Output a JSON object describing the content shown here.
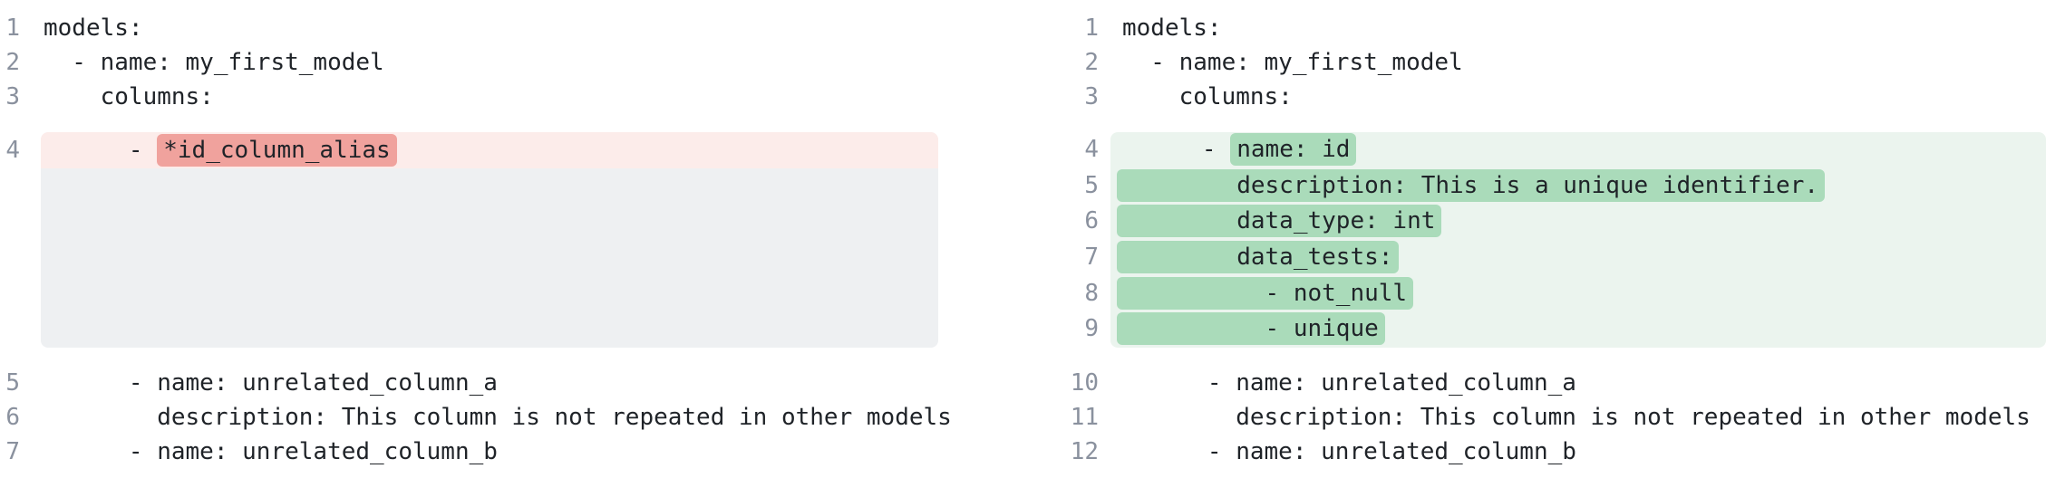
{
  "colors": {
    "background": "#ffffff",
    "code_text": "#1f2328",
    "line_number": "#8a919e",
    "removed_line_bg": "#fcecea",
    "removed_token_bg": "#f0a29d",
    "collapsed_spacer_bg": "#eef0f2",
    "added_line_bg": "#ebf4ee",
    "added_token_bg": "#aadbba"
  },
  "before_panel": {
    "context_top": [
      {
        "num": "1",
        "text": "models:"
      },
      {
        "num": "2",
        "text": "  - name: my_first_model"
      },
      {
        "num": "3",
        "text": "    columns:"
      }
    ],
    "removed_line": {
      "num": "4",
      "prefix": "      - ",
      "token": "*id_column_alias"
    },
    "collapsed_line_count": 5,
    "context_bottom": [
      {
        "num": "5",
        "text": "      - name: unrelated_column_a"
      },
      {
        "num": "6",
        "text": "        description: This column is not repeated in other models"
      },
      {
        "num": "7",
        "text": "      - name: unrelated_column_b"
      }
    ]
  },
  "after_panel": {
    "context_top": [
      {
        "num": "1",
        "text": "models:"
      },
      {
        "num": "2",
        "text": "  - name: my_first_model"
      },
      {
        "num": "3",
        "text": "    columns:"
      }
    ],
    "added_lines": [
      {
        "num": "4",
        "prefix": "      - ",
        "token": "name: id"
      },
      {
        "num": "5",
        "prefix": "",
        "token": "        description: This is a unique identifier."
      },
      {
        "num": "6",
        "prefix": "",
        "token": "        data_type: int"
      },
      {
        "num": "7",
        "prefix": "",
        "token": "        data_tests:"
      },
      {
        "num": "8",
        "prefix": "",
        "token": "          - not_null"
      },
      {
        "num": "9",
        "prefix": "",
        "token": "          - unique"
      }
    ],
    "context_bottom": [
      {
        "num": "10",
        "text": "      - name: unrelated_column_a"
      },
      {
        "num": "11",
        "text": "        description: This column is not repeated in other models"
      },
      {
        "num": "12",
        "text": "      - name: unrelated_column_b"
      }
    ]
  }
}
